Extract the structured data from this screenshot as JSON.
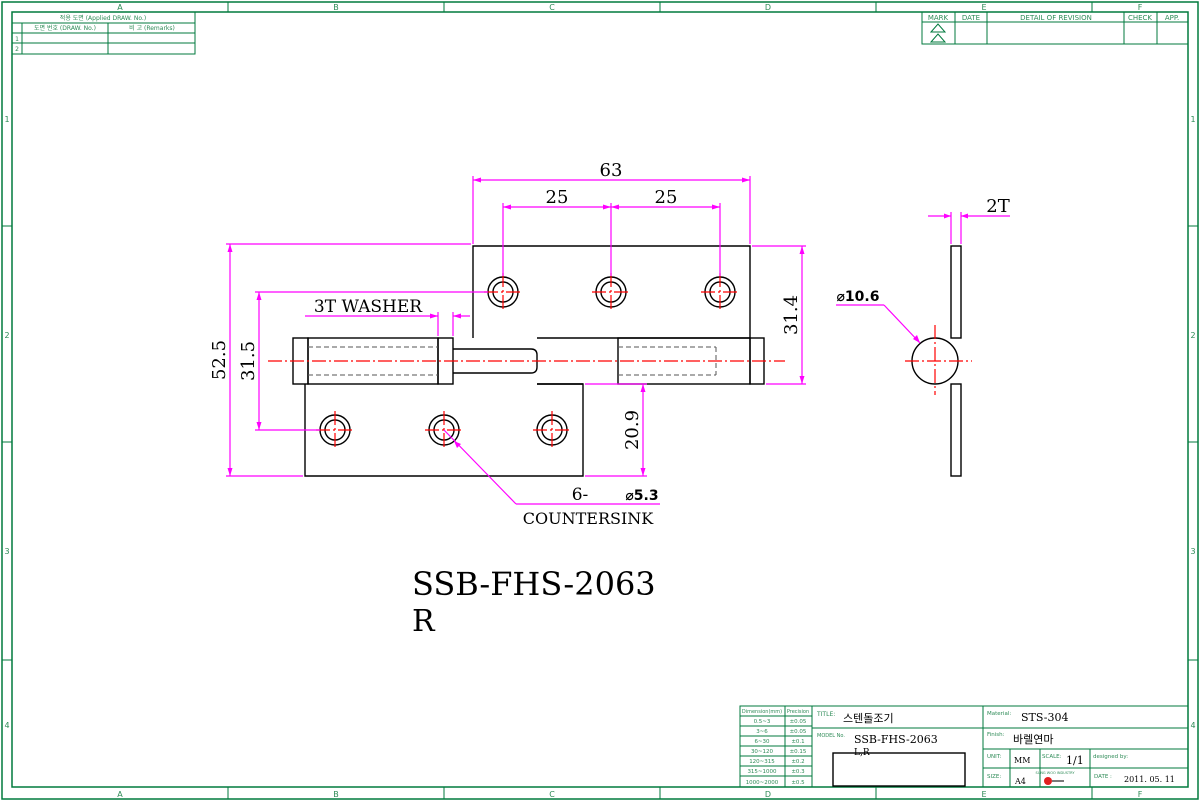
{
  "frame": {
    "columns": [
      "A",
      "B",
      "C",
      "D",
      "E",
      "F"
    ],
    "rows": [
      "1",
      "2",
      "3",
      "4"
    ]
  },
  "applied_table": {
    "title": "적용 도면 (Applied DRAW. No.)",
    "col1": "도면 번호 (DRAW. No.)",
    "col2": "비 고 (Remarks)",
    "rows": [
      "1",
      "2"
    ]
  },
  "revision_table": {
    "headers": [
      "MARK",
      "DATE",
      "DETAIL OF REVISION",
      "CHECK",
      "APP."
    ]
  },
  "dimensions": {
    "overall_width": "63",
    "hole_spacing_1": "25",
    "hole_spacing_2": "25",
    "leaf_height_right": "31.4",
    "overall_height": "52.5",
    "leaf_height_left": "31.5",
    "lower_offset": "20.9",
    "thickness": "2T",
    "washer": "3T WASHER",
    "pin_diameter": "⌀10.6",
    "hole_count": "6-",
    "hole_diameter": "⌀5.3",
    "countersink": "COUNTERSINK"
  },
  "part": {
    "code": "SSB-FHS-2063",
    "side": "R"
  },
  "tolerance_table": {
    "headers": [
      "Dimension(mm)",
      "Precision"
    ],
    "rows": [
      [
        "0.5~3",
        "±0.05"
      ],
      [
        "3~6",
        "±0.05"
      ],
      [
        "6~30",
        "±0.1"
      ],
      [
        "30~120",
        "±0.15"
      ],
      [
        "120~315",
        "±0.2"
      ],
      [
        "315~1000",
        "±0.3"
      ],
      [
        "1000~2000",
        "±0.5"
      ]
    ]
  },
  "title_block": {
    "title_label": "TITLE:",
    "title_value": "스텐돌조기",
    "model_label": "MODEL No.",
    "model_value": "SSB-FHS-2063",
    "model_variant": "L,R",
    "material_label": "Material:",
    "material_value": "STS-304",
    "finish_label": "Finish:",
    "finish_value": "바렐연마",
    "unit_label": "UNIT:",
    "unit_value": "MM",
    "scale_label": "SCALE:",
    "scale_value": "1/1",
    "designed_label": "designed by:",
    "size_label": "SIZE:",
    "size_value": "A4",
    "logo_text": "SUNG WOO INDUSTRY",
    "date_label": "DATE :",
    "date_value": "2011. 05. 11"
  }
}
